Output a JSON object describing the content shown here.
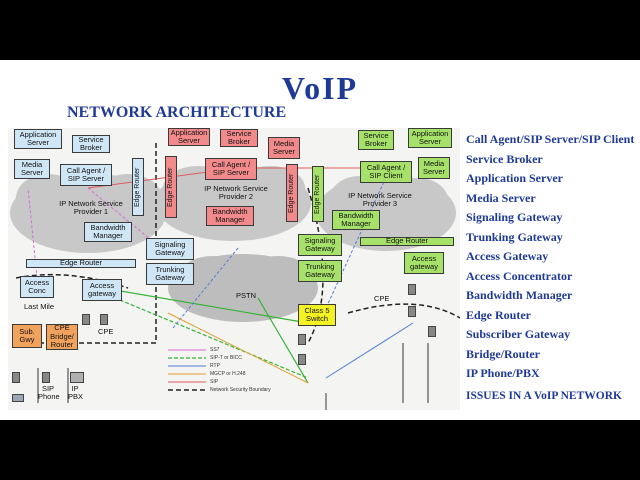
{
  "slide": {
    "title": "VoIP",
    "subtitle": "NETWORK ARCHITECTURE",
    "issues": "ISSUES IN A VoIP NETWORK"
  },
  "side_list": [
    "Call Agent/SIP Server/SIP Client",
    "Service Broker",
    "Application Server",
    "Media Server",
    "Signaling Gateway",
    "Trunking Gateway",
    "Access Gateway",
    "Access Concentrator",
    "Bandwidth Manager",
    "Edge Router",
    "Subscriber Gateway",
    "Bridge/Router",
    "IP Phone/PBX"
  ],
  "diagram": {
    "sp1": {
      "application_server": "Application Server",
      "service_broker": "Service Broker",
      "media_server": "Media Server",
      "call_agent": "Call Agent / SIP Server",
      "edge_router_v": "Edge Router",
      "network": "IP Network Service Provider 1",
      "bandwidth_manager": "Bandwidth Manager",
      "edge_router": "Edge Router",
      "access_conc": "Access Conc",
      "access_gateway": "Access gateway",
      "last_mile": "Last Mile",
      "sub_gwy": "Sub. Gwy",
      "cpe_bridge": "CPE Bridge/ Router",
      "cpe": "CPE",
      "sip_phone": "SIP Phone",
      "ip_pbx": "IP PBX"
    },
    "sp2": {
      "application_server": "Application Server",
      "service_broker": "Service Broker",
      "media_server": "Media Server",
      "call_agent": "Call Agent / SIP Server",
      "edge_router_left": "Edge Router",
      "edge_router_right": "Edge Router",
      "network": "IP Network Service Provider 2",
      "bandwidth_manager": "Bandwidth Manager"
    },
    "sp3": {
      "service_broker": "Service Broker",
      "application_server": "Application Server",
      "call_agent": "Call Agent / SIP Client",
      "media_server": "Media Server",
      "edge_router_v": "Edge Router",
      "network": "IP Network Service Provider 3",
      "bandwidth_manager": "Bandwidth Manager",
      "edge_router": "Edge Router",
      "access_gateway": "Access gateway",
      "cpe": "CPE"
    },
    "pstn": {
      "signaling_gateway_left": "Signaling Gateway",
      "trunking_gateway_left": "Trunking Gateway",
      "pstn": "PSTN",
      "signaling_gateway_right": "Signaling Gateway",
      "trunking_gateway_right": "Trunking Gateway",
      "class5": "Class 5 Switch"
    },
    "legend": [
      "SS7",
      "SIP-T or BICC",
      "RTP",
      "MGCP or H.248",
      "SIP",
      "Network Security Boundary"
    ]
  },
  "colors": {
    "title": "#1f3a96",
    "server_box": "#cfe6f6",
    "sp2_box": "#f28a8c",
    "gateway_box": "#a6e26a",
    "class5_box": "#f5f224",
    "cpe_box": "#f1a25d"
  }
}
